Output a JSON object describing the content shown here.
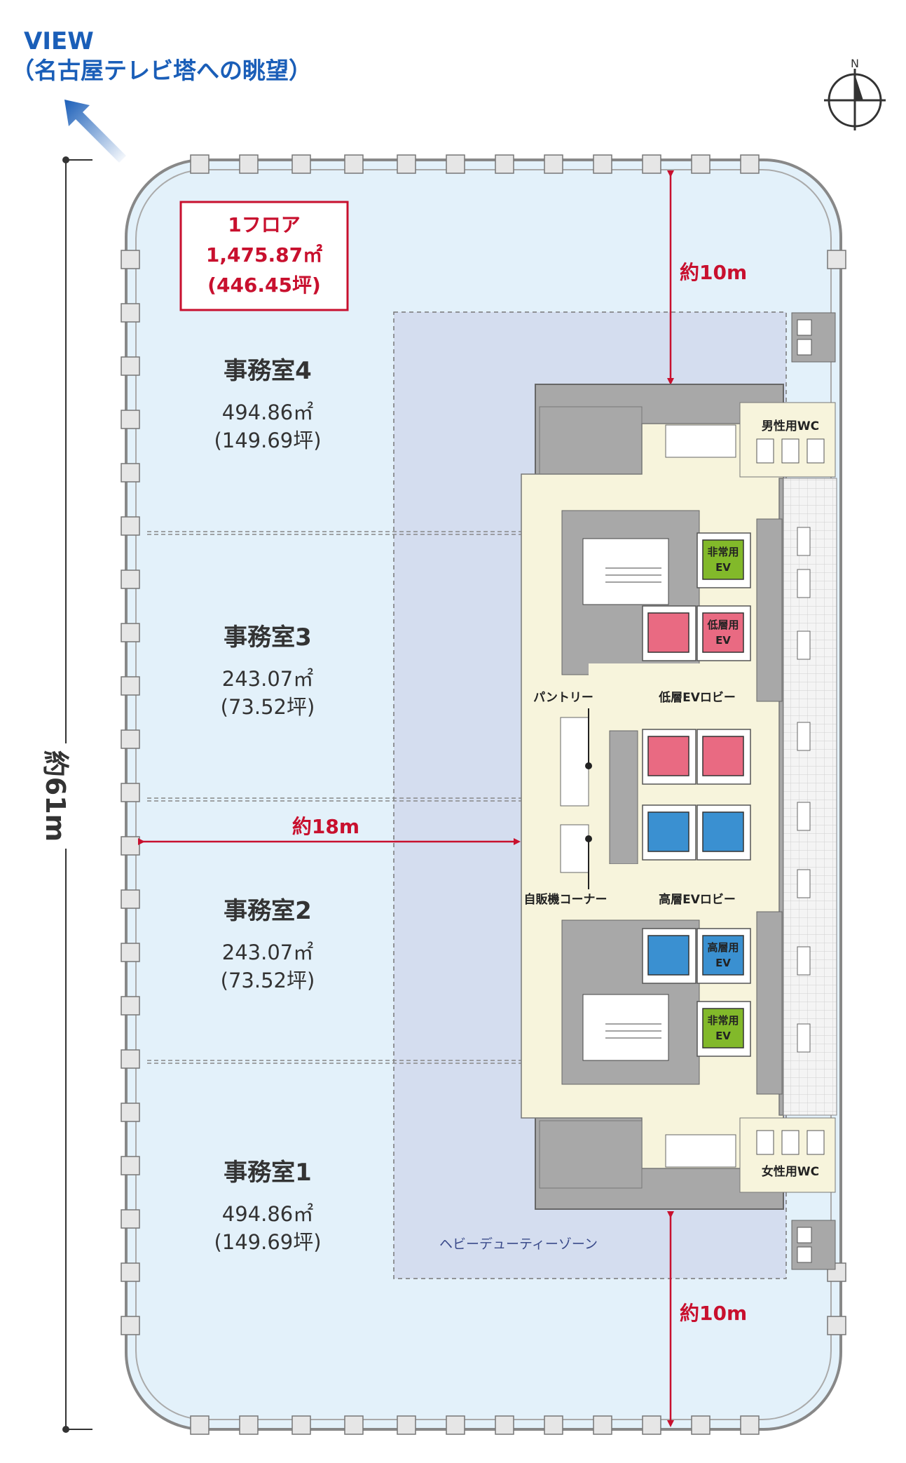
{
  "view": {
    "line1": "VIEW",
    "line2": "（名古屋テレビ塔への眺望）"
  },
  "compass": {
    "north": "N"
  },
  "floor_total": {
    "line1": "1フロア",
    "line2": "1,475.87㎡",
    "line3": "(446.45坪)"
  },
  "rooms": [
    {
      "name": "事務室4",
      "area": "494.86㎡",
      "tsubo": "(149.69坪)"
    },
    {
      "name": "事務室3",
      "area": "243.07㎡",
      "tsubo": "(73.52坪)"
    },
    {
      "name": "事務室2",
      "area": "243.07㎡",
      "tsubo": "(73.52坪)"
    },
    {
      "name": "事務室1",
      "area": "494.86㎡",
      "tsubo": "(149.69坪)"
    }
  ],
  "dimensions": {
    "height": "約61m",
    "depth": "約18m",
    "top_gap": "約10m",
    "bottom_gap": "約10m"
  },
  "core": {
    "wc_male": "男性用WC",
    "wc_female": "女性用WC",
    "pantry": "パントリー",
    "vending": "自販機コーナー",
    "low_lobby": "低層EVロビー",
    "high_lobby": "高層EVロビー",
    "emergency_ev_1": "非常用",
    "emergency_ev_2": "非常用",
    "low_ev": "低層用",
    "high_ev": "高層用",
    "ev_suffix": "EV",
    "heavy_duty": "ヘビーデューティーゾーン"
  },
  "colors": {
    "floor": "#e3f1fa",
    "heavy_zone": "#d4ddef",
    "core": "#f7f4dc",
    "structure": "#a8a8a8",
    "accent_red": "#c8102e",
    "view_blue": "#1a5eb8",
    "ev_low": "#e96a82",
    "ev_high": "#3a90d1",
    "ev_emergency": "#82b92a"
  }
}
